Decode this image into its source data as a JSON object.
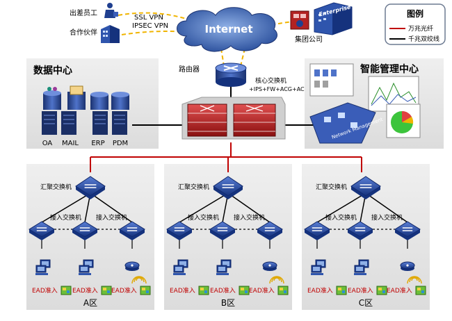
{
  "internet": {
    "label": "Internet"
  },
  "remote": {
    "traveler_label": "出差员工",
    "partner_label": "合作伙伴",
    "ssl_vpn": "SSL VPN",
    "ipsec_vpn": "IPSEC VPN",
    "group_label": "集团公司",
    "enterprise_label": "Enterprise"
  },
  "legend": {
    "title": "图例",
    "items": [
      {
        "label": "万兆光纤",
        "color": "#c00000"
      },
      {
        "label": "千兆双绞线",
        "color": "#000000"
      }
    ]
  },
  "datacenter": {
    "title": "数据中心",
    "servers": [
      "OA",
      "MAIL",
      "ERP",
      "PDM"
    ]
  },
  "core": {
    "router_label": "路由器",
    "switch_label": "核心交换机",
    "switch_features": "+IPS+FW+ACG+AC"
  },
  "mgmt": {
    "title": "智能管理中心",
    "tag": "Network Management"
  },
  "zones": [
    {
      "name": "A区"
    },
    {
      "name": "B区"
    },
    {
      "name": "C区"
    }
  ],
  "zone_labels": {
    "agg": "汇聚交换机",
    "access": "接入交换机",
    "ead": "EAD准入"
  },
  "colors": {
    "fiber": "#c00000",
    "twisted_pair": "#000000",
    "vpn": "#f0b400",
    "device_blue": "#1f3f8f",
    "panel_gray": "#e6e6e6"
  }
}
